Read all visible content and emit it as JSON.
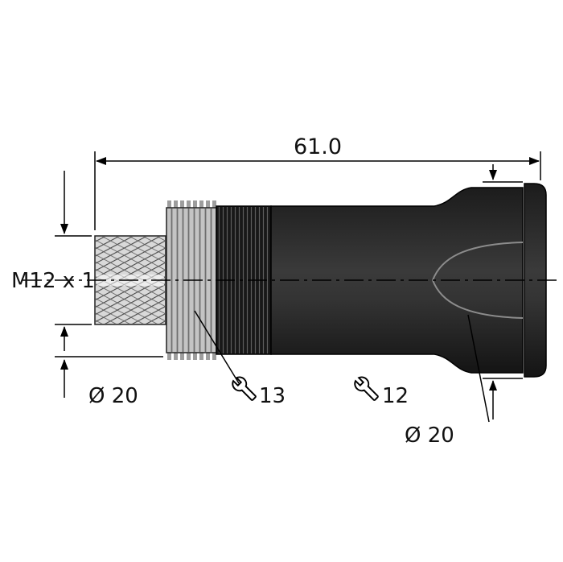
{
  "drawing": {
    "type": "technical-dimension-drawing",
    "subject": "M12 circular connector side view",
    "labels": {
      "overall_length": "61.0",
      "thread_spec": "M12 x 1",
      "diameter_left": "Ø 20",
      "diameter_right": "Ø 20",
      "wrench_left": "13",
      "wrench_right": "12"
    },
    "colors": {
      "line": "#000000",
      "body_dark": "#262626",
      "thread_light": "#d9d9d9",
      "background": "#ffffff"
    }
  }
}
